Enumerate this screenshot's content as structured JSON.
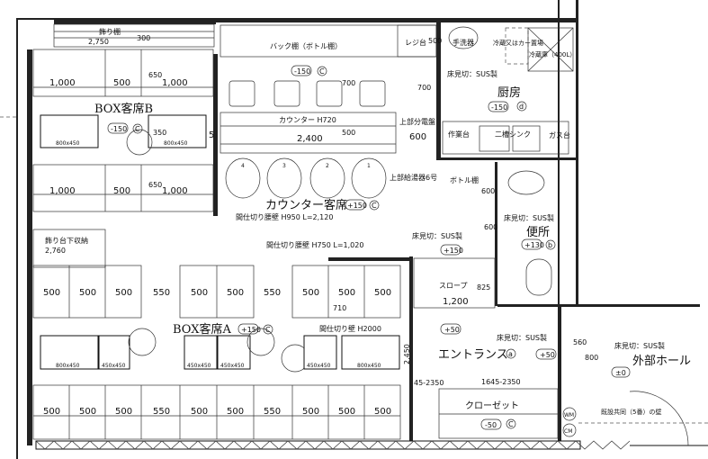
{
  "plan": {
    "shelf": {
      "label": "飾り棚",
      "length": "2,750",
      "depth": "300"
    },
    "back_shelf": "バック棚（ボトル棚）",
    "register": {
      "label": "レジ台",
      "depth": "500"
    },
    "hand_sink": "手洗器",
    "fridge_space": "冷蔵又はカー置場",
    "fridge": "冷蔵庫（400L）",
    "kitchen": {
      "label": "厨房",
      "level": "-150",
      "tag": "d",
      "trim": "床見切：SUS製"
    },
    "panel": {
      "label": "上部分電盤",
      "width": "600"
    },
    "worktable": "作業台",
    "sink": "二槽シンク",
    "gas": "ガス台",
    "door_700": "700",
    "box_b": {
      "label": "BOX客席B",
      "level": "-150",
      "tag": "C",
      "top_dims": [
        "1,000",
        "500",
        "1,000",
        "650"
      ],
      "bottom_dims": [
        "1,000",
        "500",
        "1,000",
        "650"
      ],
      "table_size": "800x450",
      "gap": "350"
    },
    "counter": {
      "label": "カウンター H720",
      "length": "2,400",
      "depth": "500",
      "level": "-150",
      "tag": "C",
      "dim_700": "700",
      "side": "5"
    },
    "counter_seats": {
      "label": "カウンター客席",
      "level": "+150",
      "tag": "C",
      "wall": "間仕切り腰壁 H950 L=2,120",
      "seat_numbers": [
        "4",
        "3",
        "2",
        "1"
      ]
    },
    "heater": "上部給湯器6号",
    "bottle_shelf": {
      "label": "ボトル棚",
      "depth": "600"
    },
    "display_storage": {
      "label": "飾り台下収納",
      "length": "2,760"
    },
    "low_wall": "間仕切り腰壁 H750 L=1,020",
    "toilet": {
      "label": "便所",
      "level": "+130",
      "tag": "b",
      "trim": "床見切：SUS製",
      "dim": "600"
    },
    "slope": {
      "label": "スロープ",
      "length": "1,200",
      "width": "825",
      "level": "+150",
      "trim": "床見切：SUS製"
    },
    "box_a": {
      "label": "BOX客席A",
      "level": "+150",
      "tag": "C",
      "seat": "500",
      "aisle": "550",
      "dim_710": "710",
      "table_sizes": [
        "800x450",
        "450x450",
        "450x450",
        "450x450",
        "450x450",
        "800x450"
      ]
    },
    "partition": "間仕切り壁 H2000",
    "entrance": {
      "label": "エントランス",
      "tag": "a",
      "level": "+50",
      "level2": "+50",
      "width": "2,450",
      "trim": "床見切：SUS製",
      "dim_a": "45-2350",
      "dim_b": "1645-2350"
    },
    "door_dims": [
      "560",
      "800"
    ],
    "hall": {
      "label": "外部ホール",
      "level": "±0",
      "trim": "床見切：SUS製",
      "wall_note": "既設共同（5番）の壁"
    },
    "closet": {
      "label": "クローゼット",
      "level": "-50",
      "tag": "C"
    },
    "meters": [
      "WM",
      "CM"
    ]
  }
}
